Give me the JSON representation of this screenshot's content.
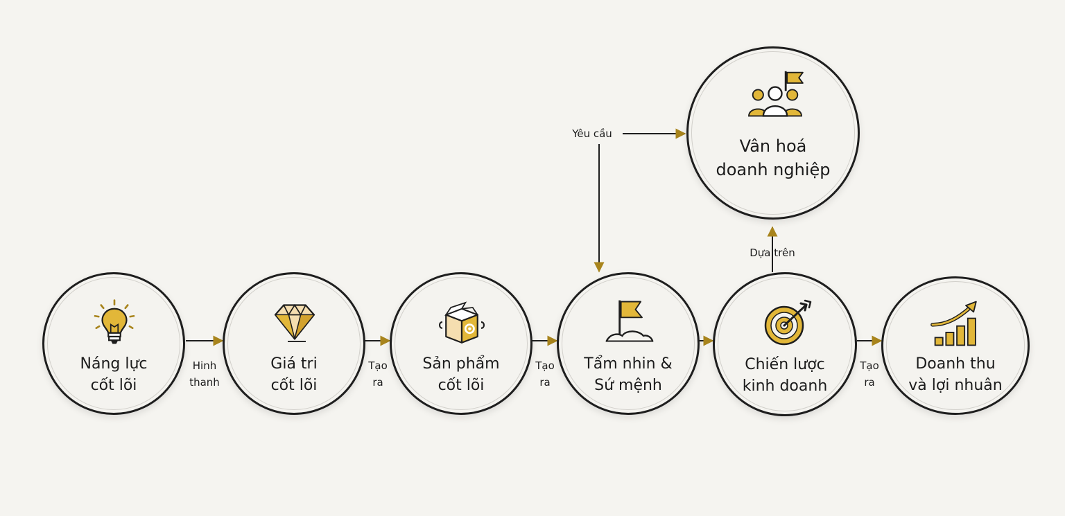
{
  "colors": {
    "accent": "#a8841c",
    "accent_fill": "#e2b739",
    "accent_light": "#f5deb0",
    "outline": "#1e1e1e",
    "background": "#f5f4f0"
  },
  "nodes": [
    {
      "id": "core-competence",
      "label": "Náng lực\ncốt lõi",
      "icon": "lightbulb-icon"
    },
    {
      "id": "core-values",
      "label": "Giá tri\ncốt lõi",
      "icon": "diamond-icon"
    },
    {
      "id": "core-products",
      "label": "Sản phẩm\ncốt lõi",
      "icon": "product-box-icon"
    },
    {
      "id": "vision-mission",
      "label": "Tẩm nhin &\nSứ mệnh",
      "icon": "flag-icon"
    },
    {
      "id": "business-strategy",
      "label": "Chiến lược\nkinh doanh",
      "icon": "target-icon"
    },
    {
      "id": "revenue-profit",
      "label": "Doanh thu\nvà lợi nhuân",
      "icon": "growth-chart-icon"
    },
    {
      "id": "corporate-culture",
      "label": "Vân hoá\ndoanh nghiệp",
      "icon": "team-flag-icon"
    }
  ],
  "edges": [
    {
      "from": "core-competence",
      "to": "core-values",
      "label": "Hinh\nthanh"
    },
    {
      "from": "core-values",
      "to": "core-products",
      "label": "Tạo\nra"
    },
    {
      "from": "core-products",
      "to": "vision-mission",
      "label": "Tạo\nra"
    },
    {
      "from": "vision-mission",
      "to": "business-strategy",
      "label": ""
    },
    {
      "from": "business-strategy",
      "to": "revenue-profit",
      "label": "Tạo\nra"
    },
    {
      "from": "business-strategy",
      "to": "corporate-culture",
      "label": "Dựa trên"
    },
    {
      "from": "vision-mission",
      "to": "corporate-culture",
      "label": "Yêu cầu"
    }
  ]
}
